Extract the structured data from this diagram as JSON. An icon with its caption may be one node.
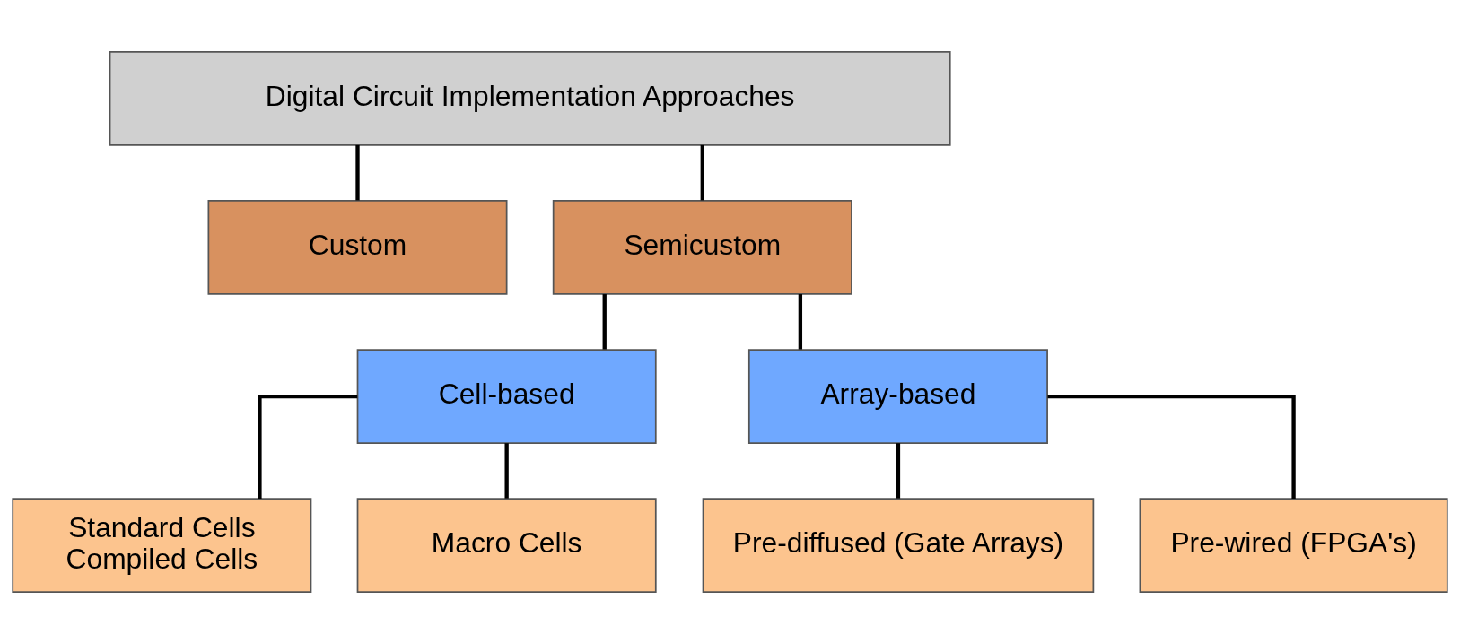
{
  "diagram": {
    "nodes": [
      {
        "text": [
          "Digital Circuit Implementation Approaches"
        ]
      },
      {
        "text": [
          "Custom"
        ]
      },
      {
        "text": [
          "Semicustom"
        ]
      },
      {
        "text": [
          "Cell-based"
        ]
      },
      {
        "text": [
          "Array-based"
        ]
      },
      {
        "text": [
          "Standard Cells",
          "Compiled Cells"
        ]
      },
      {
        "text": [
          "Macro Cells"
        ]
      },
      {
        "text": [
          "Pre-diffused (Gate Arrays)"
        ]
      },
      {
        "text": [
          "Pre-wired (FPGA's)"
        ]
      }
    ],
    "edges": [
      {
        "from": 0,
        "to": 1,
        "arrow": "none"
      },
      {
        "from": 0,
        "to": 2,
        "arrow": "none"
      },
      {
        "from": 2,
        "to": 3,
        "arrow": "none"
      },
      {
        "from": 2,
        "to": 4,
        "arrow": "none"
      },
      {
        "from": 3,
        "to": 5,
        "arrow": "none"
      },
      {
        "from": 3,
        "to": 6,
        "arrow": "none"
      },
      {
        "from": 4,
        "to": 7,
        "arrow": "none"
      },
      {
        "from": 4,
        "to": 8,
        "arrow": "none"
      }
    ]
  }
}
